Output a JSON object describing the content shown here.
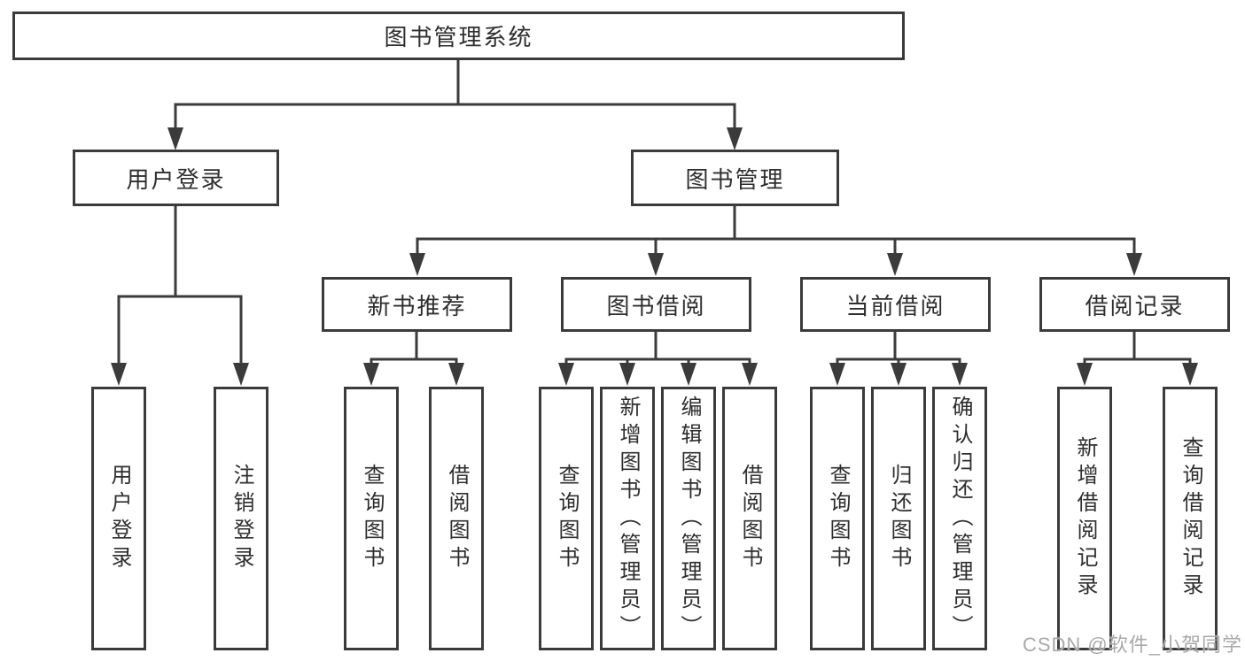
{
  "diagram": {
    "root": {
      "label": "图书管理系统"
    },
    "level2": [
      {
        "label": "用户登录"
      },
      {
        "label": "图书管理"
      }
    ],
    "level3": [
      {
        "label": "新书推荐"
      },
      {
        "label": "图书借阅"
      },
      {
        "label": "当前借阅"
      },
      {
        "label": "借阅记录"
      }
    ],
    "leaves": {
      "user_login": [
        {
          "label": "用户登录"
        },
        {
          "label": "注销登录"
        }
      ],
      "new_book_recommend": [
        {
          "label": "查询图书"
        },
        {
          "label": "借阅图书"
        }
      ],
      "book_borrowing": [
        {
          "label": "查询图书"
        },
        {
          "label": "新增图书（管理员）"
        },
        {
          "label": "编辑图书（管理员）"
        },
        {
          "label": "借阅图书"
        }
      ],
      "current_borrowing": [
        {
          "label": "查询图书"
        },
        {
          "label": "归还图书"
        },
        {
          "label": "确认归还（管理员）"
        }
      ],
      "borrowing_records": [
        {
          "label": "新增借阅记录"
        },
        {
          "label": "查询借阅记录"
        }
      ]
    },
    "watermark": "CSDN @软件_小贺同学",
    "colors": {
      "line": "#3b3b3b",
      "text": "#2e2e2e",
      "background": "#ffffff",
      "watermark": "#a9a9a9"
    }
  }
}
